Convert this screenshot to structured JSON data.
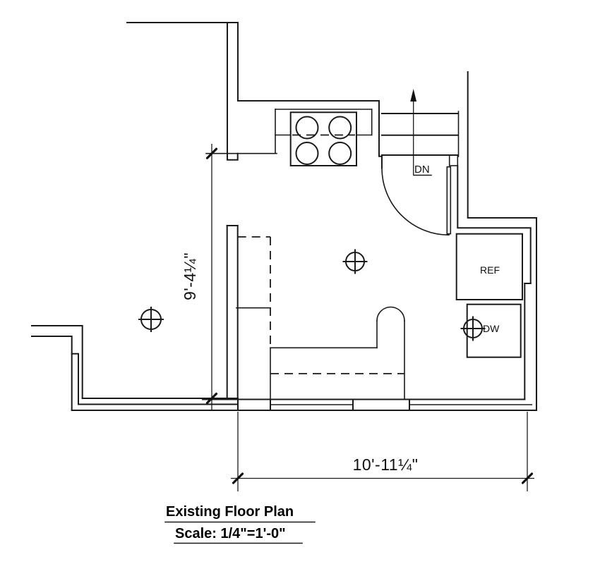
{
  "drawing": {
    "title_block": {
      "title": "Existing Floor Plan",
      "scale": "Scale: 1/4\"=1'-0\""
    },
    "dimensions": {
      "vertical": "9'-4¼\"",
      "horizontal": "10'-11¼\""
    },
    "labels": {
      "refrigerator": "REF",
      "dishwasher": "DW",
      "stair_direction": "DN"
    },
    "symbols": {
      "ceiling_fixture": "circle-crosshair-symbol",
      "door": "quarter-arc-door-swing",
      "range": "four-burner-stove"
    },
    "colors": {
      "line": "#1a1a1a",
      "background": "#ffffff"
    }
  }
}
